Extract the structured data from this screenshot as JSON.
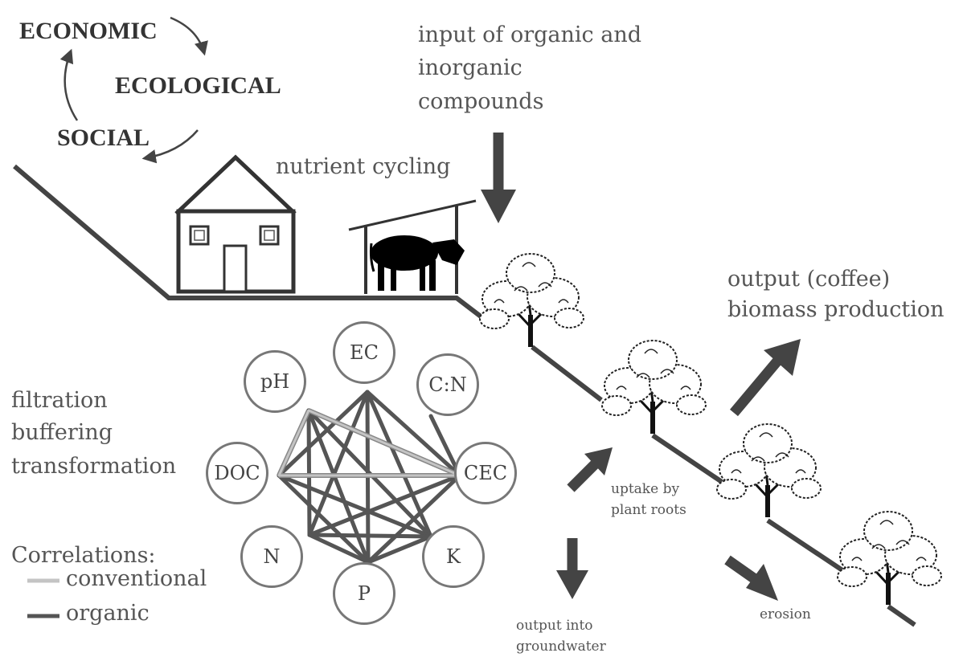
{
  "pillars": {
    "economic": "ECONOMIC",
    "ecological": "ECOLOGICAL",
    "social": "SOCIAL"
  },
  "labels": {
    "input_line1": "input of organic and",
    "input_line2": "inorganic",
    "input_line3": "compounds",
    "nutrient_cycling": "nutrient cycling",
    "output_line1": "output (coffee)",
    "output_line2": "biomass production",
    "filtration": "filtration",
    "buffering": "buffering",
    "transformation": "transformation",
    "uptake_line1": "uptake by",
    "uptake_line2": "plant roots",
    "groundwater_line1": "output into",
    "groundwater_line2": "groundwater",
    "erosion": "erosion"
  },
  "legend": {
    "title": "Correlations:",
    "conventional": "conventional",
    "organic": "organic"
  },
  "nodes": [
    "EC",
    "C:N",
    "CEC",
    "K",
    "P",
    "N",
    "DOC",
    "pH"
  ],
  "correlations": {
    "organic": [
      [
        "pH",
        "N"
      ],
      [
        "pH",
        "P"
      ],
      [
        "pH",
        "K"
      ],
      [
        "pH",
        "CEC"
      ],
      [
        "EC",
        "DOC"
      ],
      [
        "EC",
        "N"
      ],
      [
        "EC",
        "P"
      ],
      [
        "EC",
        "K"
      ],
      [
        "EC",
        "CEC"
      ],
      [
        "C:N",
        "CEC"
      ],
      [
        "CEC",
        "N"
      ],
      [
        "CEC",
        "P"
      ],
      [
        "CEC",
        "DOC"
      ],
      [
        "K",
        "DOC"
      ],
      [
        "K",
        "N"
      ],
      [
        "K",
        "P"
      ],
      [
        "N",
        "P"
      ],
      [
        "DOC",
        "P"
      ]
    ],
    "conventional": [
      [
        "pH",
        "DOC"
      ],
      [
        "pH",
        "CEC"
      ],
      [
        "DOC",
        "CEC"
      ]
    ]
  },
  "colors": {
    "organic": "#555555",
    "conventional": "#c4c4c4",
    "node_border": "#777777"
  }
}
